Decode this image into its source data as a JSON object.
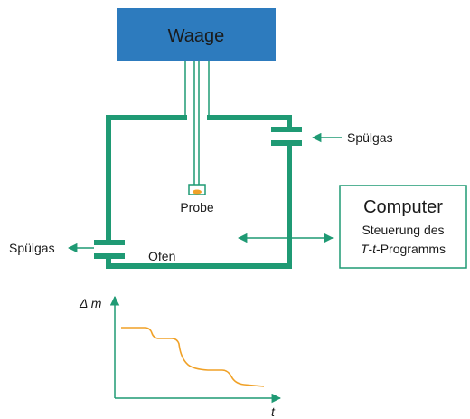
{
  "colors": {
    "furnace": "#1f9a74",
    "balance_fill": "#2d7bbe",
    "curve": "#f0a127",
    "sample": "#f0a127",
    "computer_border": "#1f9a74"
  },
  "balance": {
    "label": "Waage"
  },
  "furnace": {
    "label": "Ofen"
  },
  "sample": {
    "label": "Probe"
  },
  "purge_gas_top": {
    "label": "Spülgas"
  },
  "purge_gas_bottom": {
    "label": "Spülgas"
  },
  "computer": {
    "title": "Computer",
    "line1": "Steuerung des",
    "line2_italic_T": "T",
    "line2_dash": "-",
    "line2_italic_t": "t",
    "line2_rest": "-Programms"
  },
  "graph": {
    "y_label": "Δ m",
    "x_label": "t",
    "curve_description_hidden": ""
  }
}
